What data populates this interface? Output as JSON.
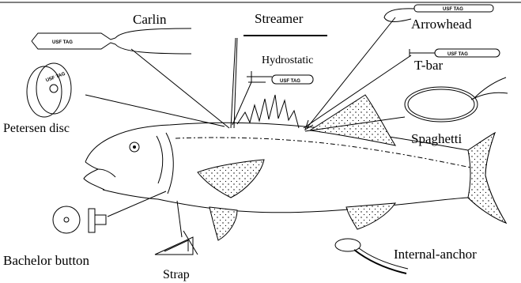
{
  "labels": {
    "carlin": "Carlin",
    "streamer": "Streamer",
    "hydrostatic": "Hydrostatic",
    "arrowhead": "Arrowhead",
    "tbar": "T-bar",
    "petersen": "Petersen disc",
    "spaghetti": "Spaghetti",
    "bachelor": "Bachelor button",
    "strap": "Strap",
    "internal": "Internal-anchor"
  },
  "tag_text": {
    "carlin": "USF TAG",
    "hydrostatic": "USF TAG",
    "tbar": "USF TAG",
    "arrowhead": "USF TAG",
    "petersen": "USF TAG"
  },
  "colors": {
    "ink": "#000000",
    "background": "#ffffff"
  }
}
